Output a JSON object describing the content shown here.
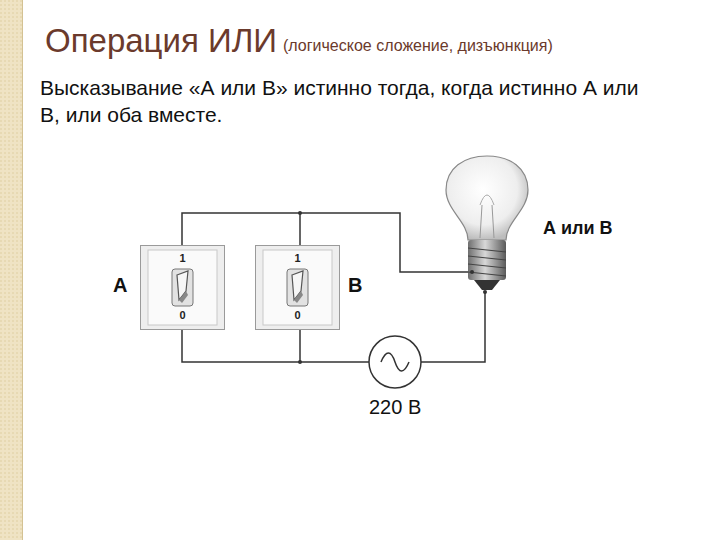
{
  "diagram": {
    "title": "Операция ИЛИ",
    "nodes": [
      {
        "text": [
          "А",
          "1",
          "0"
        ]
      },
      {
        "text": [
          "В",
          "1",
          "0"
        ]
      }
    ],
    "labels": [
      "(логическое сложение, дизъюнкция)",
      "Высказывание «А или В» истинно тогда, когда истинно А или В, или оба вместе.",
      "А или В",
      "220 В"
    ]
  }
}
